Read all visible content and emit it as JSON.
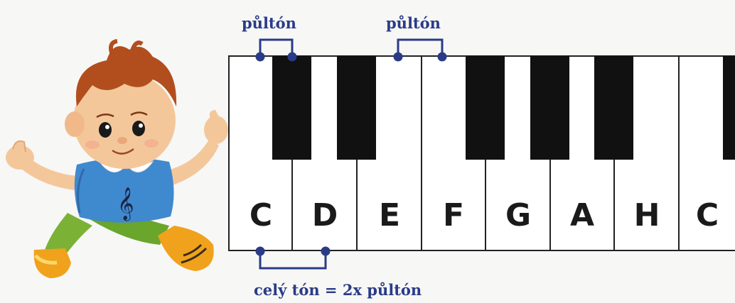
{
  "labels": {
    "half_tone_left": "půltón",
    "half_tone_right": "půltón",
    "whole_tone": "celý tón = 2x půltón"
  },
  "keyboard": {
    "white_keys": [
      "C",
      "D",
      "E",
      "F",
      "G",
      "A",
      "H",
      "C"
    ]
  },
  "colors": {
    "bracket": "#2a3b86",
    "text": "#2a3b86",
    "black_key": "#111111",
    "white_key": "#ffffff"
  },
  "mascot": {
    "icon": "treble-clef-icon"
  }
}
